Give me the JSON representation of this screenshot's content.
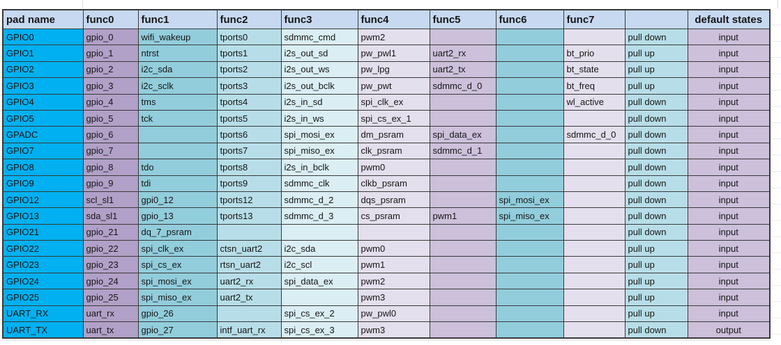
{
  "table": {
    "columns": [
      {
        "key": "pad_name",
        "label": "pad name"
      },
      {
        "key": "func0",
        "label": "func0"
      },
      {
        "key": "func1",
        "label": "func1"
      },
      {
        "key": "func2",
        "label": "func2"
      },
      {
        "key": "func3",
        "label": "func3"
      },
      {
        "key": "func4",
        "label": "func4"
      },
      {
        "key": "func5",
        "label": "func5"
      },
      {
        "key": "func6",
        "label": "func6"
      },
      {
        "key": "func7",
        "label": "func7"
      },
      {
        "key": "pull_state",
        "label": ""
      },
      {
        "key": "default_states",
        "label": "default states"
      }
    ],
    "rows": [
      [
        "GPIO0",
        "gpio_0",
        "wifi_wakeup",
        "tports0",
        "sdmmc_cmd",
        "pwm2",
        "",
        "",
        "",
        "pull down",
        "input"
      ],
      [
        "GPIO1",
        "gpio_1",
        "ntrst",
        "tports1",
        "i2s_out_sd",
        "pw_pwl1",
        "uart2_rx",
        "",
        "bt_prio",
        "pull up",
        "input"
      ],
      [
        "GPIO2",
        "gpio_2",
        "i2c_sda",
        "tports2",
        "i2s_out_ws",
        "pw_lpg",
        "uart2_tx",
        "",
        "bt_state",
        "pull up",
        "input"
      ],
      [
        "GPIO3",
        "gpio_3",
        "i2c_sclk",
        "tports3",
        "i2s_out_bclk",
        "pw_pwt",
        "sdmmc_d_0",
        "",
        "bt_freq",
        "pull up",
        "input"
      ],
      [
        "GPIO4",
        "gpio_4",
        "tms",
        "tports4",
        "i2s_in_sd",
        "spi_clk_ex",
        "",
        "",
        "wl_active",
        "pull down",
        "input"
      ],
      [
        "GPIO5",
        "gpio_5",
        "tck",
        "tports5",
        "i2s_in_ws",
        "spi_cs_ex_1",
        "",
        "",
        "",
        "pull down",
        "input"
      ],
      [
        "GPADC",
        "gpio_6",
        "",
        "tports6",
        "spi_mosi_ex",
        "dm_psram",
        "spi_data_ex",
        "",
        "sdmmc_d_0",
        "pull down",
        "input"
      ],
      [
        "GPIO7",
        "gpio_7",
        "",
        "tports7",
        "spi_miso_ex",
        "clk_psram",
        "sdmmc_d_1",
        "",
        "",
        "pull down",
        "input"
      ],
      [
        "GPIO8",
        "gpio_8",
        "tdo",
        "tports8",
        "i2s_in_bclk",
        "pwm0",
        "",
        "",
        "",
        "pull down",
        "input"
      ],
      [
        "GPIO9",
        "gpio_9",
        "tdi",
        "tports9",
        "sdmmc_clk",
        "clkb_psram",
        "",
        "",
        "",
        "pull down",
        "input"
      ],
      [
        "GPIO12",
        "scl_sl1",
        "gpi0_12",
        "tports12",
        "sdmmc_d_2",
        "dqs_psram",
        "",
        "spi_mosi_ex",
        "",
        "pull down",
        "input"
      ],
      [
        "GPIO13",
        "sda_sl1",
        "gpio_13",
        "tports13",
        "sdmmc_d_3",
        "cs_psram",
        "pwm1",
        "spi_miso_ex",
        "",
        "pull down",
        "input"
      ],
      [
        "GPIO21",
        "gpio_21",
        "dq_7_psram",
        "",
        "",
        "",
        "",
        "",
        "",
        "pull down",
        "input"
      ],
      [
        "GPIO22",
        "gpio_22",
        "spi_clk_ex",
        "ctsn_uart2",
        "i2c_sda",
        "pwm0",
        "",
        "",
        "",
        "pull up",
        "input"
      ],
      [
        "GPIO23",
        "gpio_23",
        "spi_cs_ex",
        "rtsn_uart2",
        "i2c_scl",
        "pwm1",
        "",
        "",
        "",
        "pull up",
        "input"
      ],
      [
        "GPIO24",
        "gpio_24",
        "spi_mosi_ex",
        "uart2_rx",
        "spi_data_ex",
        "pwm2",
        "",
        "",
        "",
        "pull up",
        "input"
      ],
      [
        "GPIO25",
        "gpio_25",
        "spi_miso_ex",
        "uart2_tx",
        "",
        "pwm3",
        "",
        "",
        "",
        "pull up",
        "input"
      ],
      [
        "UART_RX",
        "uart_rx",
        "gpio_26",
        "",
        "spi_cs_ex_2",
        "pw_pwl0",
        "",
        "",
        "",
        "pull up",
        "input"
      ],
      [
        "UART_TX",
        "uart_tx",
        "gpio_27",
        "intf_uart_rx",
        "spi_cs_ex_3",
        "pwm3",
        "",
        "",
        "",
        "pull down",
        "output"
      ]
    ]
  },
  "colors": {
    "header_bg": "#C6D9F1",
    "border": "#3A3A3A",
    "text": "#161616",
    "column_fills": [
      "#00B0F0",
      "#B1A0C7",
      "#92CDDC",
      "#B7DEE8",
      "#DAEEF3",
      "#E4DFEC",
      "#CCC0DA",
      "#92CDDC",
      "#E4DFEC",
      "#B7DEE8",
      "#CCC0DA"
    ]
  }
}
